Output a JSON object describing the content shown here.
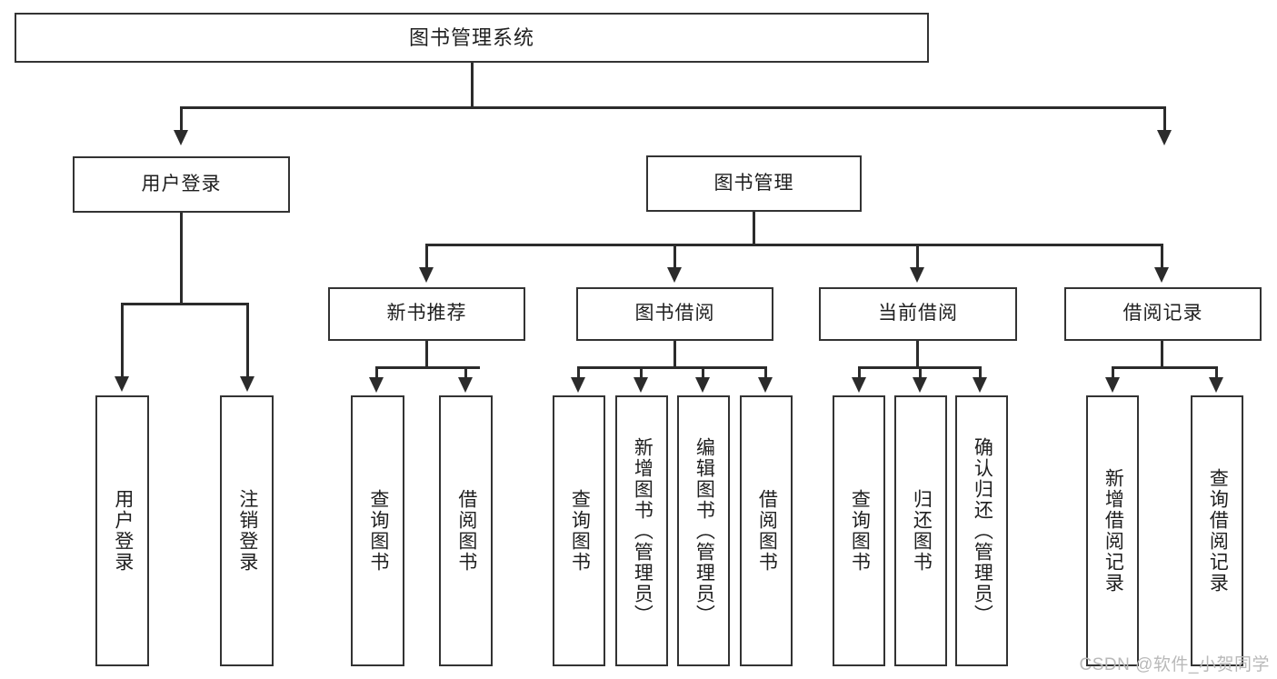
{
  "diagram": {
    "title": "图书管理系统",
    "type": "tree",
    "orientation": "top-down",
    "colors": {
      "box_border": "#333333",
      "box_fill": "#ffffff",
      "connector": "#2b2b2b",
      "text": "#1f1f1f",
      "watermark": "#b9b9b9",
      "canvas": "#ffffff"
    },
    "nodes": {
      "root": {
        "label": "图书管理系统",
        "level": 1
      },
      "level2": [
        {
          "id": "user-login",
          "label": "用户登录"
        },
        {
          "id": "book-manage",
          "label": "图书管理"
        }
      ],
      "level3": [
        {
          "id": "new-book-recommend",
          "label": "新书推荐"
        },
        {
          "id": "book-borrow",
          "label": "图书借阅"
        },
        {
          "id": "current-borrow",
          "label": "当前借阅"
        },
        {
          "id": "borrow-record",
          "label": "借阅记录"
        }
      ],
      "leaves": {
        "user-login": [
          {
            "id": "leaf-user-login",
            "label": "用户登录"
          },
          {
            "id": "leaf-logout",
            "label": "注销登录"
          }
        ],
        "new-book-recommend": [
          {
            "id": "leaf-query-book-1",
            "label": "查询图书"
          },
          {
            "id": "leaf-borrow-book-1",
            "label": "借阅图书"
          }
        ],
        "book-borrow": [
          {
            "id": "leaf-query-book-2",
            "label": "查询图书"
          },
          {
            "id": "leaf-add-book",
            "label": "新增图书（管理员）"
          },
          {
            "id": "leaf-edit-book",
            "label": "编辑图书（管理员）"
          },
          {
            "id": "leaf-borrow-book-2",
            "label": "借阅图书"
          }
        ],
        "current-borrow": [
          {
            "id": "leaf-query-book-3",
            "label": "查询图书"
          },
          {
            "id": "leaf-return-book",
            "label": "归还图书"
          },
          {
            "id": "leaf-confirm-return",
            "label": "确认归还（管理员）"
          }
        ],
        "borrow-record": [
          {
            "id": "leaf-add-record",
            "label": "新增借阅记录"
          },
          {
            "id": "leaf-query-record",
            "label": "查询借阅记录"
          }
        ]
      }
    }
  },
  "watermark": {
    "text": "CSDN @软件_小贺同学"
  }
}
